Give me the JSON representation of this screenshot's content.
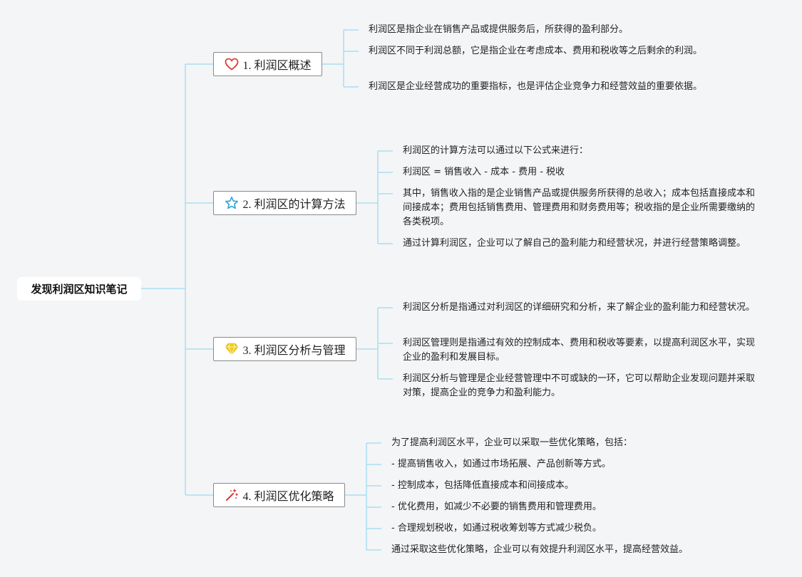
{
  "root": {
    "title": "发现利润区知识笔记"
  },
  "topics": [
    {
      "label": "1. 利润区概述",
      "icon": "heart-icon",
      "items": [
        "利润区是指企业在销售产品或提供服务后，所获得的盈利部分。",
        "利润区不同于利润总额，它是指企业在考虑成本、费用和税收等之后剩余的利润。",
        "利润区是企业经营成功的重要指标，也是评估企业竞争力和经营效益的重要依据。"
      ]
    },
    {
      "label": "2. 利润区的计算方法",
      "icon": "star-icon",
      "items": [
        "利润区的计算方法可以通过以下公式来进行：",
        "利润区 = 销售收入 - 成本 - 费用 - 税收",
        "其中，销售收入指的是企业销售产品或提供服务所获得的总收入；成本包括直接成本和间接成本；费用包括销售费用、管理费用和财务费用等；税收指的是企业所需要缴纳的各类税项。",
        "通过计算利润区，企业可以了解自己的盈利能力和经营状况，并进行经营策略调整。"
      ]
    },
    {
      "label": "3. 利润区分析与管理",
      "icon": "diamond-icon",
      "items": [
        "利润区分析是指通过对利润区的详细研究和分析，来了解企业的盈利能力和经营状况。",
        "利润区管理则是指通过有效的控制成本、费用和税收等要素，以提高利润区水平，实现企业的盈利和发展目标。",
        "利润区分析与管理是企业经营管理中不可或缺的一环，它可以帮助企业发现问题并采取对策，提高企业的竞争力和盈利能力。"
      ]
    },
    {
      "label": "4. 利润区优化策略",
      "icon": "magic-wand-icon",
      "items": [
        "为了提高利润区水平，企业可以采取一些优化策略，包括：",
        "- 提高销售收入，如通过市场拓展、产品创新等方式。",
        "- 控制成本，包括降低直接成本和间接成本。",
        "- 优化费用，如减少不必要的销售费用和管理费用。",
        "- 合理规划税收，如通过税收筹划等方式减少税负。",
        "通过采取这些优化策略，企业可以有效提升利润区水平，提高经营效益。"
      ]
    }
  ],
  "colors": {
    "connector": "#a9dff0",
    "heart": "#d9413b",
    "star": "#2ea3d1",
    "diamond": "#f2cc1b",
    "wand": "#d9413b"
  }
}
